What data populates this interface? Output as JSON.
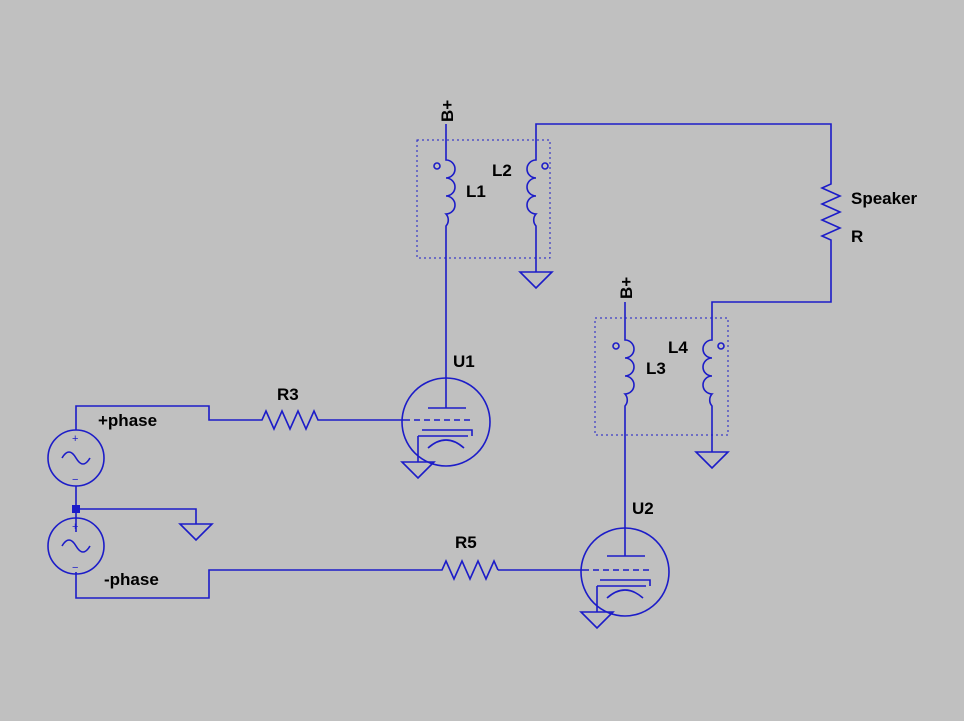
{
  "labels": {
    "l1": "L1",
    "l2": "L2",
    "l3": "L3",
    "l4": "L4",
    "u1": "U1",
    "u2": "U2",
    "r3": "R3",
    "r5": "R5",
    "speaker": "Speaker",
    "speaker_value": "R",
    "bplus_top": "B+",
    "bplus_mid": "B+",
    "plus_phase": "+phase",
    "minus_phase": "-phase"
  },
  "pin_marks": {
    "plus": "+",
    "minus": "−"
  },
  "colors": {
    "background": "#c0c0c0",
    "wire": "#1c1cc8",
    "junction": "#1c1cc8",
    "label": "#000000"
  }
}
